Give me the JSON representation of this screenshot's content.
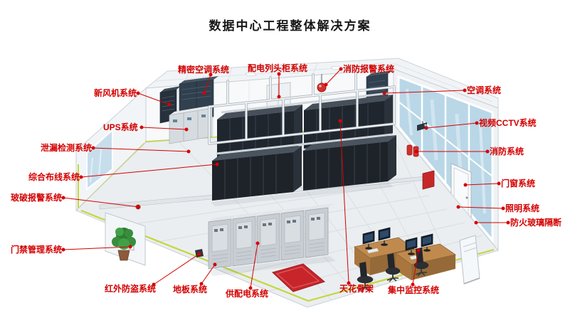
{
  "title": "数据中心工程整体解决方案",
  "colors": {
    "label_red": "#d40000",
    "leader_red": "#d40000",
    "trim_yellow": "#c6d63b",
    "rack_dark": "#20262e",
    "glass_blue": "#b9d7e7",
    "carpet_red": "#c8252b",
    "desk_wood": "#c08a4e"
  },
  "labels": [
    {
      "id": "precision-ac",
      "text": "精密空调系统"
    },
    {
      "id": "pdu-cabinet",
      "text": "配电列头柜系统"
    },
    {
      "id": "fire-alarm",
      "text": "消防报警系统"
    },
    {
      "id": "fresh-air",
      "text": "新风机系统"
    },
    {
      "id": "air-conditioning",
      "text": "空调系统"
    },
    {
      "id": "ups",
      "text": "UPS系统"
    },
    {
      "id": "cctv",
      "text": "视频CCTV系统"
    },
    {
      "id": "leak-detection",
      "text": "泄漏检测系统"
    },
    {
      "id": "fire-protection",
      "text": "消防系统"
    },
    {
      "id": "cabling",
      "text": "综合布线系统"
    },
    {
      "id": "door-window",
      "text": "门窗系统"
    },
    {
      "id": "glass-break",
      "text": "玻破报警系统"
    },
    {
      "id": "lighting",
      "text": "照明系统"
    },
    {
      "id": "fire-glass",
      "text": "防火玻璃隔断"
    },
    {
      "id": "access-control",
      "text": "门禁管理系统"
    },
    {
      "id": "infrared",
      "text": "红外防盗系统"
    },
    {
      "id": "floor-system",
      "text": "地板系统"
    },
    {
      "id": "power-supply",
      "text": "供配电系统"
    },
    {
      "id": "ceiling-frame",
      "text": "天花骨架"
    },
    {
      "id": "monitoring",
      "text": "集中监控系统"
    }
  ]
}
